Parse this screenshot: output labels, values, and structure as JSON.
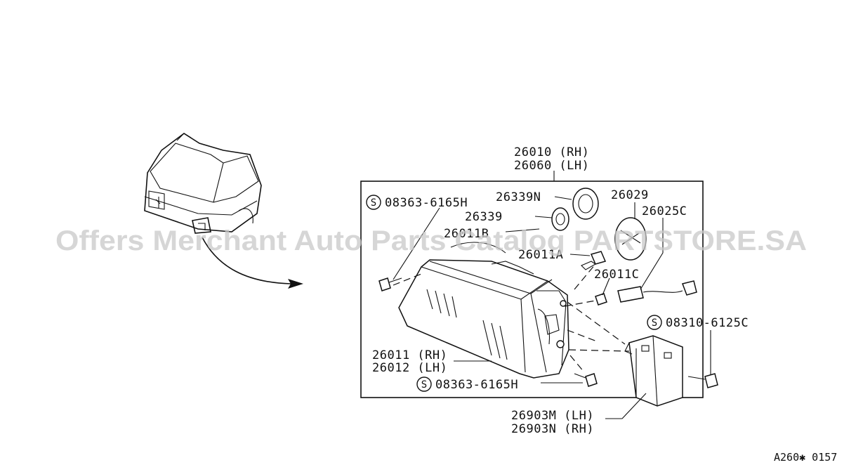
{
  "diagram": {
    "labels": {
      "assy_rh": "26010 (RH)",
      "assy_lh": "26060 (LH)",
      "screw_top": "08363-6165H",
      "socket_cap_n": "26339N",
      "socket_cap": "26339",
      "bulb_b": "26011B",
      "bulb_a": "26011A",
      "cover": "26029",
      "socket": "26025C",
      "bulb_c": "26011C",
      "screw_right": "08310-6125C",
      "lens_rh": "26011 (RH)",
      "lens_lh": "26012 (LH)",
      "screw_bottom": "08363-6165H",
      "bracket_lh": "26903M (LH)",
      "bracket_rh": "26903N (RH)"
    },
    "symbol": "S",
    "code": "A260✱ 0157",
    "watermark": "Offers Merchant Auto Parts Catalog PARTSTORE.SA"
  }
}
